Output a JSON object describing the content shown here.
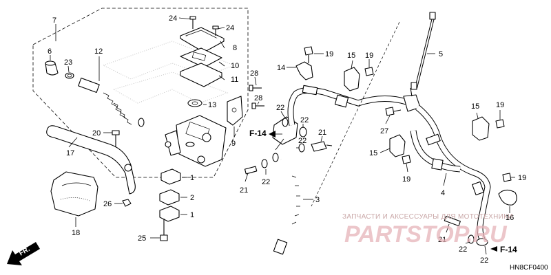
{
  "diagram": {
    "callouts": {
      "c7": "7",
      "c6": "6",
      "c12": "12",
      "c23": "23",
      "c24a": "24",
      "c24b": "24",
      "c8": "8",
      "c10": "10",
      "c11": "11",
      "c13": "13",
      "c9": "9",
      "c20": "20",
      "c17": "17",
      "c1a": "1",
      "c2": "2",
      "c1b": "1",
      "c26": "26",
      "c18": "18",
      "c25": "25",
      "c28a": "28",
      "c28b": "28",
      "c22a": "22",
      "c22b": "22",
      "c22c": "22",
      "c21a": "21",
      "c21b": "21",
      "c22d": "22",
      "c3": "3",
      "c14": "14",
      "c19a": "19",
      "c15a": "15",
      "c19b": "19",
      "c5": "5",
      "c27": "27",
      "c15b": "15",
      "c19c": "19",
      "c15c": "15",
      "c19d": "19",
      "c4": "4",
      "c19e": "19",
      "c16": "16",
      "c21c": "21",
      "c22e": "22",
      "c22f": "22"
    },
    "refs": {
      "f14a": "F-14",
      "f14b": "F-14"
    },
    "direction_label": "FR.",
    "drawing_code": "HN8CF0400"
  },
  "watermark": {
    "tagline": "ЗАПЧАСТИ И АКСЕССУАРЫ ДЛЯ МОТОТЕХНИКИ",
    "brand": "PARTSTOP.RU"
  },
  "colors": {
    "line": "#000000",
    "watermark": "#e6b3b8",
    "background": "#ffffff"
  }
}
